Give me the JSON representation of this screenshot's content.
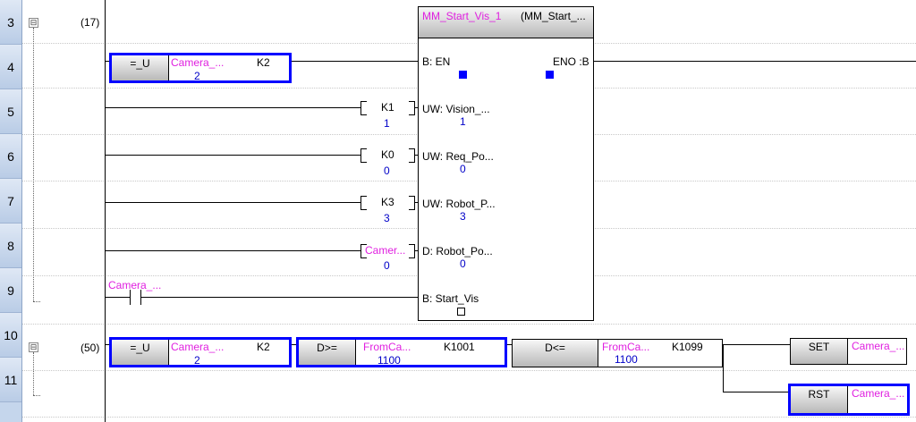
{
  "rows": [
    {
      "num": "3"
    },
    {
      "num": "4"
    },
    {
      "num": "5"
    },
    {
      "num": "6"
    },
    {
      "num": "7"
    },
    {
      "num": "8"
    },
    {
      "num": "9"
    },
    {
      "num": "10"
    },
    {
      "num": "11"
    }
  ],
  "tree": {
    "collapse_symbol": "⊟"
  },
  "step1": {
    "step_no": "(17)",
    "cmp": {
      "op": "=_U",
      "dev": "Camera_...",
      "dev_val": "2",
      "const": "K2"
    },
    "fb": {
      "instance": "MM_Start_Vis_1",
      "type": "(MM_Start_...",
      "en_label": "B: EN",
      "eno_label": "ENO :B",
      "inputs": [
        {
          "label": "UW: Vision_...",
          "arg": "K1",
          "val": "1"
        },
        {
          "label": "UW: Req_Po...",
          "arg": "K0",
          "val": "0"
        },
        {
          "label": "UW: Robot_P...",
          "arg": "K3",
          "val": "3"
        },
        {
          "label": "D: Robot_Po...",
          "arg": "Camer...",
          "val": "0"
        }
      ],
      "start_label": "B: Start_Vis"
    },
    "contact": "Camera_..."
  },
  "step2": {
    "step_no": "(50)",
    "cmp1": {
      "op": "=_U",
      "dev": "Camera_...",
      "dev_val": "2",
      "const": "K2"
    },
    "cmp2": {
      "op": "D>=",
      "dev": "FromCa...",
      "dev_val": "1100",
      "const": "K1001"
    },
    "cmp3": {
      "op": "D<=",
      "dev": "FromCa...",
      "dev_val": "1100",
      "const": "K1099"
    },
    "set": {
      "op": "SET",
      "dev": "Camera_..."
    },
    "rst": {
      "op": "RST",
      "dev": "Camera_..."
    }
  }
}
